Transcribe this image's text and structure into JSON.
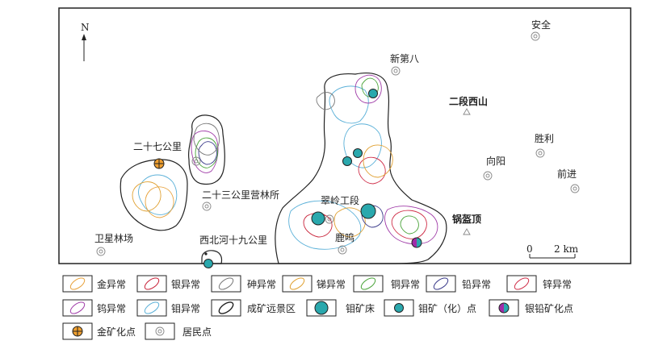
{
  "north_label": "N",
  "scale": {
    "zero": "0",
    "distance": "2 km"
  },
  "places": {
    "anquan": "安全",
    "xindiba": "新第八",
    "erduanxishan": "二段西山",
    "shengli": "胜利",
    "xiangyang": "向阳",
    "qianjin": "前进",
    "ershiqi": "二十七公里",
    "ershisan": "二十三公里营林所",
    "cuiling": "翠岭工段",
    "guokuiding": "锅盔顶",
    "weixing": "卫星林场",
    "xibeihe": "西北河十九公里",
    "luming": "鹿鸣"
  },
  "legend": {
    "gold": "金异常",
    "silver": "银异常",
    "arsenic": "砷异常",
    "antimony": "锑异常",
    "copper": "铜异常",
    "lead": "铅异常",
    "zinc": "锌异常",
    "tungsten": "钨异常",
    "molybdenum": "钼异常",
    "prospect": "成矿远景区",
    "mo_deposit": "钼矿床",
    "mo_point": "钼矿（化）点",
    "agpb_point": "银铅矿化点",
    "au_point": "金矿化点",
    "settlement": "居民点"
  },
  "colors": {
    "gold": "#e8a23c",
    "silver": "#c8233a",
    "arsenic": "#777777",
    "antimony": "#e0a030",
    "copper": "#4aa43a",
    "lead": "#3a3a8a",
    "zinc": "#d0304a",
    "tungsten": "#a03ca8",
    "molybdenum": "#5ab0d8",
    "prospect": "#222222",
    "mo_fill": "#2aa8ad",
    "agpb_left": "#a02ca8",
    "agpb_right": "#2aa8ad",
    "au_fill": "#f0a030"
  }
}
